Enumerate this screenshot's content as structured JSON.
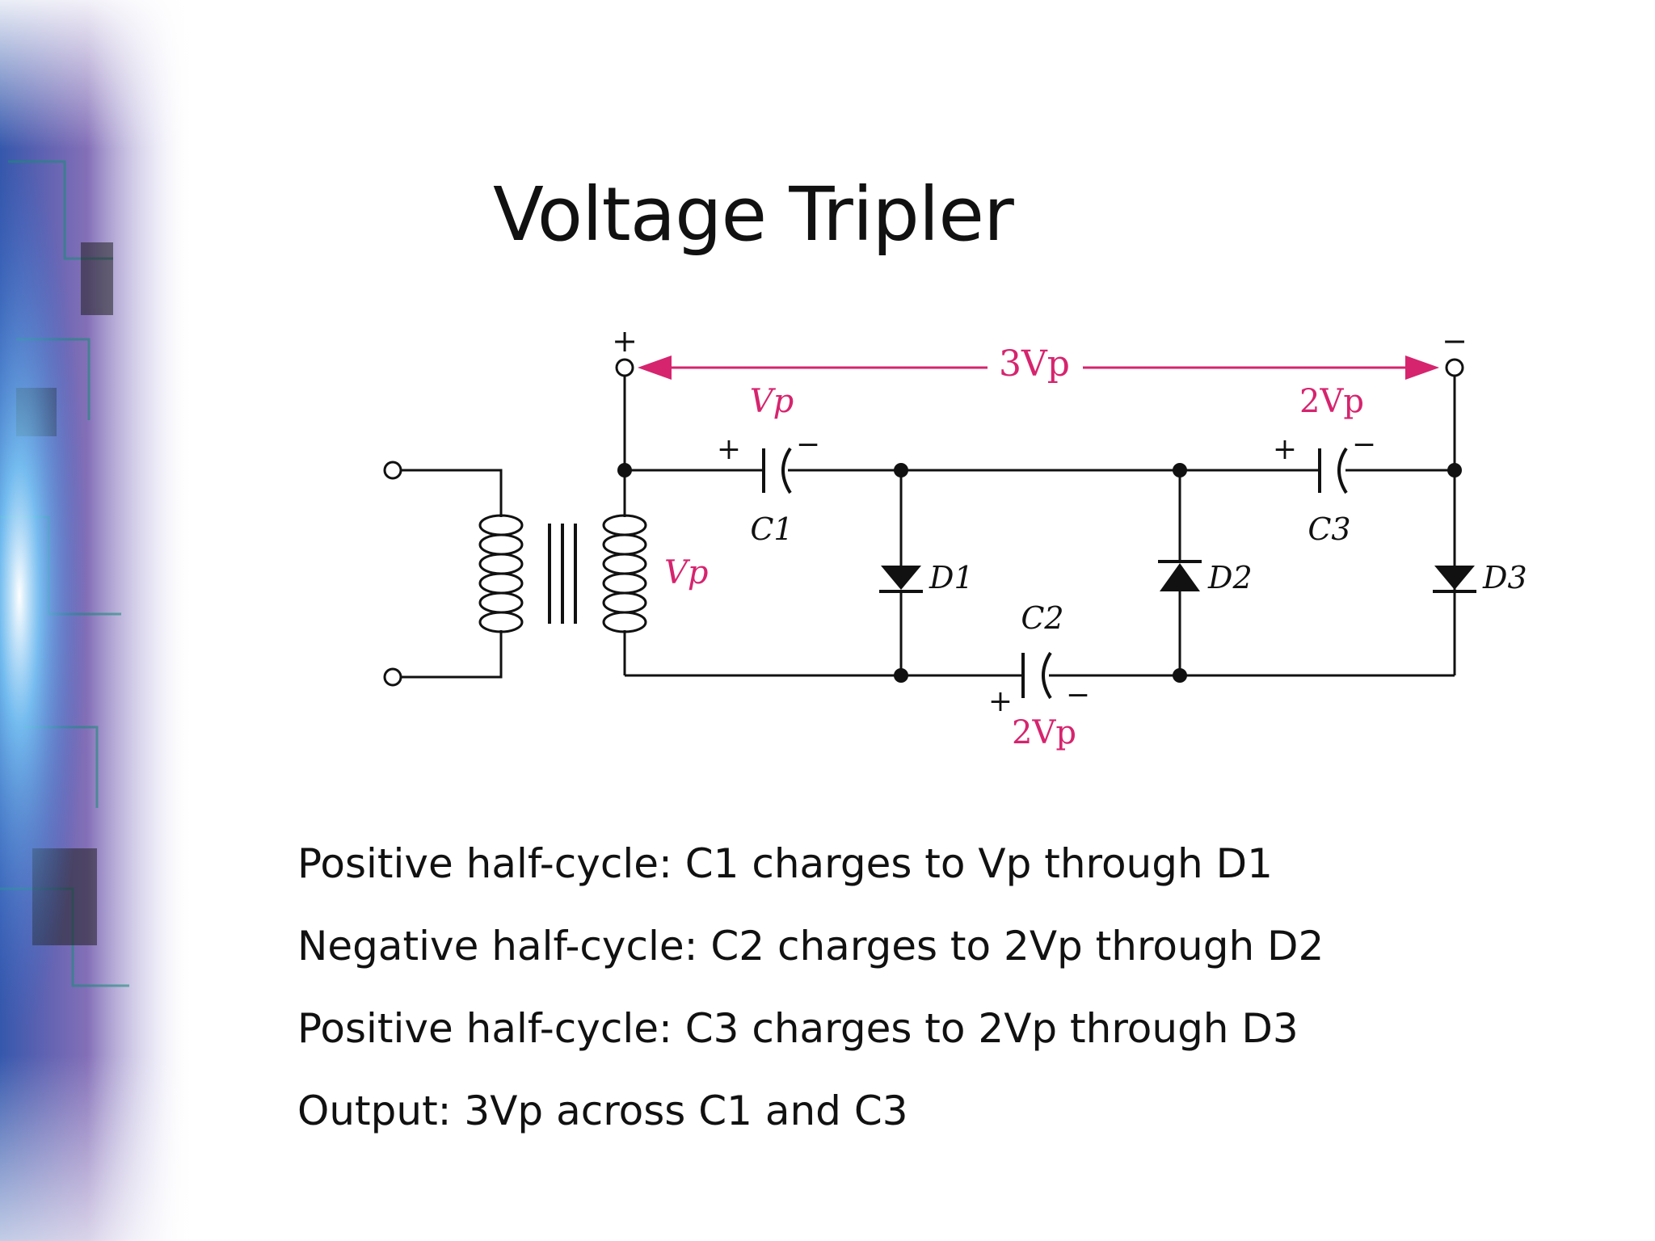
{
  "slide": {
    "title": "Voltage Tripler"
  },
  "diagram": {
    "output_label": "3Vp",
    "output_plus": "+",
    "output_minus": "−",
    "components": {
      "C1": {
        "name": "C1",
        "voltage": "Vp",
        "plus": "+",
        "minus": "−"
      },
      "C2": {
        "name": "C2",
        "voltage": "2Vp",
        "plus": "+",
        "minus": "−"
      },
      "C3": {
        "name": "C3",
        "voltage": "2Vp",
        "plus": "+",
        "minus": "−"
      },
      "D1": {
        "name": "D1"
      },
      "D2": {
        "name": "D2"
      },
      "D3": {
        "name": "D3"
      },
      "secondary": {
        "voltage": "Vp"
      }
    },
    "colors": {
      "wire": "#111111",
      "annotation": "#d6246e"
    }
  },
  "bullets": [
    "Positive half-cycle: C1 charges to Vp through D1",
    "Negative half-cycle: C2 charges to 2Vp through D2",
    "Positive half-cycle: C3 charges to 2Vp through D3",
    "Output: 3Vp across C1 and C3"
  ]
}
